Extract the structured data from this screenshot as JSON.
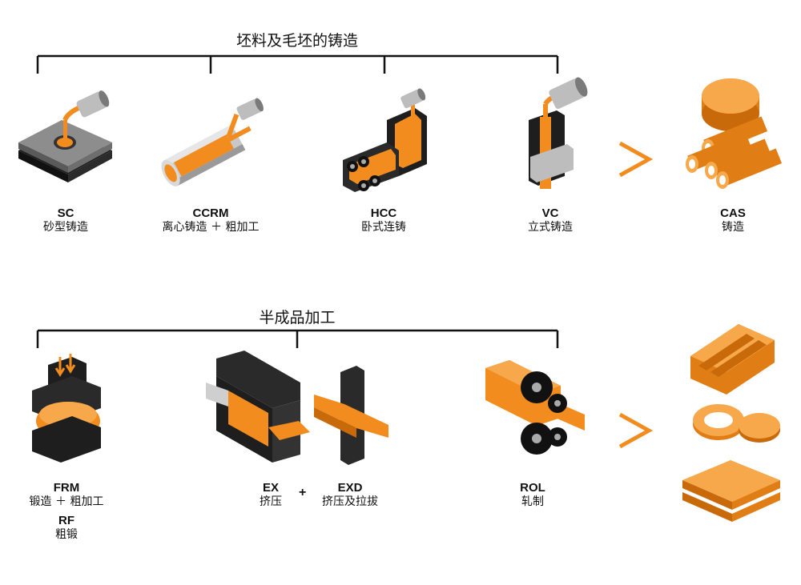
{
  "colors": {
    "orange": "#F28C1E",
    "orange_dark": "#C96A0A",
    "black": "#1E1E1E",
    "grey": "#9A9A9A"
  },
  "section1": {
    "title": "坯料及毛坯的铸造",
    "processes": [
      {
        "code": "SC",
        "name": "砂型铸造",
        "icon": "sand-casting-icon"
      },
      {
        "code": "CCRM",
        "name": "离心铸造 ＋ 粗加工",
        "icon": "centrifugal-casting-icon"
      },
      {
        "code": "HCC",
        "name": "卧式连铸",
        "icon": "horizontal-continuous-casting-icon"
      },
      {
        "code": "VC",
        "name": "立式铸造",
        "icon": "vertical-casting-icon"
      }
    ],
    "result": {
      "code": "CAS",
      "name": "铸造",
      "icon": "cast-products-icon"
    },
    "arrow": "＞"
  },
  "section2": {
    "title": "半成品加工",
    "processes": [
      {
        "code": "FRM",
        "name": "锻造 ＋ 粗加工",
        "icon": "forging-icon"
      },
      {
        "code": "RF",
        "name": "粗锻"
      },
      {
        "code": "EX",
        "name": "挤压",
        "icon": "extrusion-icon"
      },
      {
        "code": "EXD",
        "name": "挤压及拉拔",
        "icon": "extrusion-drawing-icon"
      },
      {
        "code": "ROL",
        "name": "轧制",
        "icon": "rolling-icon"
      }
    ],
    "plus": "+",
    "result_icon": "semi-finished-products-icon",
    "arrow": "＞"
  }
}
